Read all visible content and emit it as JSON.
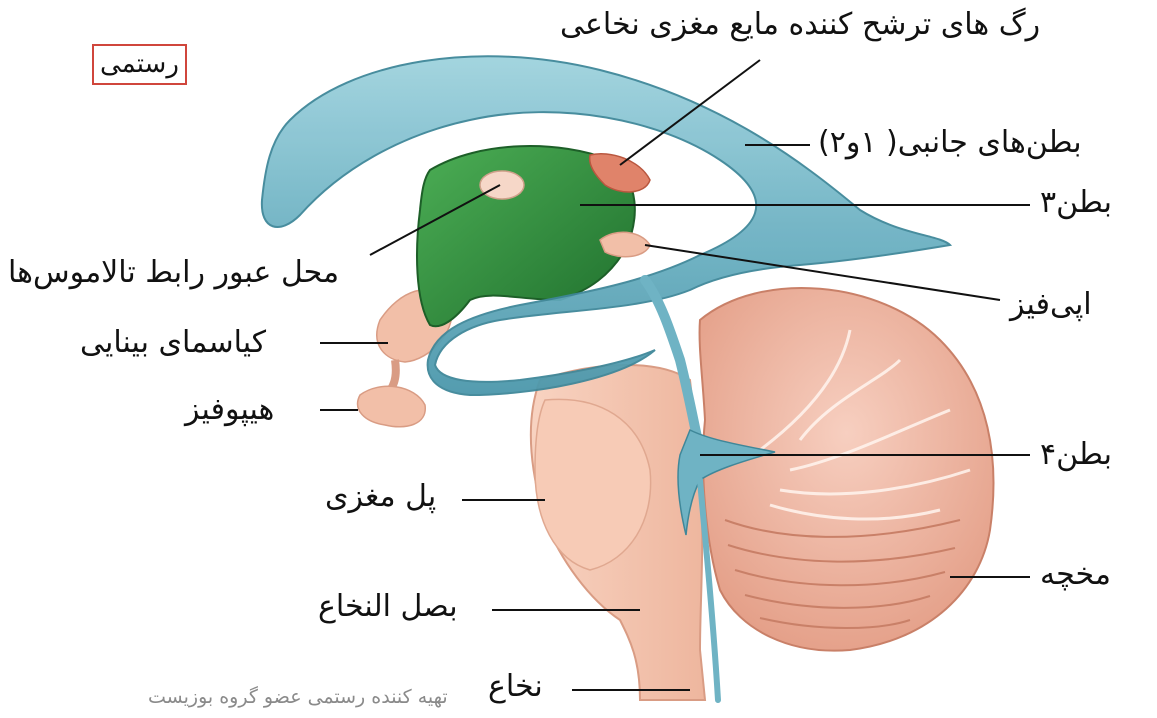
{
  "author_box": "رستمی",
  "credit": "تهیه کننده رستمی عضو گروه بوزیست",
  "labels": {
    "choroid_plexus": "رگ های ترشح کننده مایع مغزی نخاعی",
    "lateral_ventricles": "بطن‌های جانبی( ۱و۲)",
    "third_ventricle": "بطن۳",
    "epiphysis": "اپی‌فیز",
    "thalamic_adhesion": "محل عبور رابط تالاموس‌ها",
    "optic_chiasm": "کیاسمای بینایی",
    "hypophysis": "هیپوفیز",
    "fourth_ventricle": "بطن۴",
    "pons": "پل مغزی",
    "cerebellum": "مخچه",
    "medulla": "بصل النخاع",
    "spinal_cord": "نخاع"
  },
  "colors": {
    "ventricle_blue": "#6fb3c4",
    "third_ventricle_green": "#2f8a3e",
    "tissue_pink": "#f2bfa8",
    "cerebellum_pink": "#e8a48c",
    "author_border": "#d0463c"
  }
}
